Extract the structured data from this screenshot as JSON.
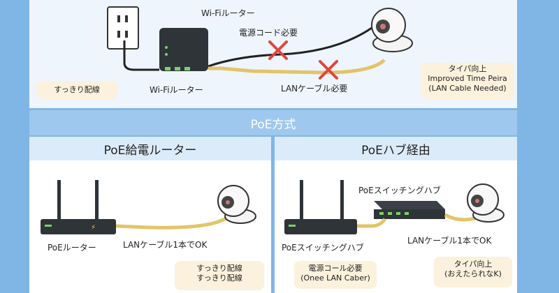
{
  "top": {
    "router_label_top": "Wi-Fiルーター",
    "power_cord_label": "電源コード必要",
    "router_label_bottom": "Wi-Fiルーター",
    "lan_label": "LANケーブル必要",
    "left_callout": "すっきり配線",
    "right_callout_line1": "タイパ向上",
    "right_callout_line2": "Improved Time Peira",
    "right_callout_line3": "(LAN Cable Needed)"
  },
  "band": {
    "title": "PoE方式"
  },
  "left_panel": {
    "title": "PoE給電ルーター",
    "router_label": "PoEルーター",
    "cable_label": "LANケーブル1本でOK",
    "callout_line1": "すっきり配線",
    "callout_line2": "すっきり配線"
  },
  "right_panel": {
    "title": "PoEハブ経由",
    "hub_label": "PoEスイッチングハブ",
    "switch_label": "PoEスイッチングハブ",
    "cable_label": "LANケーブル1本でOK",
    "callout_left_line1": "電源コール必要",
    "callout_left_line2": "(Onee LAN Caber)",
    "callout_right_line1": "タイパ向上",
    "callout_right_line2": "(おえたられなK)"
  },
  "colors": {
    "accent_blue": "#7fb6e6",
    "cable_yellow": "#e3c469",
    "cross_red": "#e0463c",
    "router_dark": "#2e3438"
  }
}
